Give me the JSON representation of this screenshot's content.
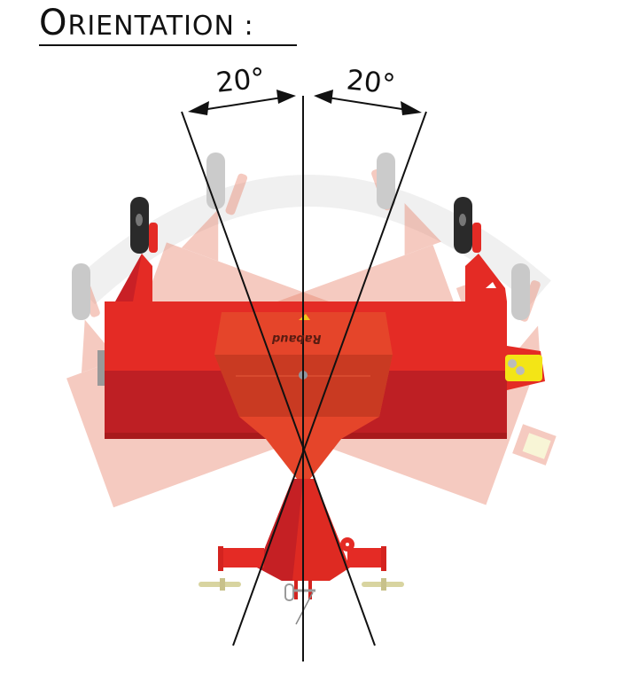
{
  "title": {
    "first_letter": "O",
    "rest": "RIENTATION :",
    "full": "Orientation :"
  },
  "angles": {
    "left": "20°",
    "right": "20°",
    "left_degrees": 20,
    "right_degrees": 20
  },
  "machine": {
    "brand_logo": "Rabaud",
    "description": "Top view of a rear-mounted mower/flail unit with hitch, shown in central position and ghosted rotated positions at ±20°"
  },
  "colors": {
    "body_red": "#e42b25",
    "body_dark_red": "#be1f24",
    "hood_orange": "#e5452a",
    "ghost_pink": "#f1b7a6",
    "wheel_black": "#2a2a2a",
    "wheel_ghost": "#c9c9c9",
    "gearbox_yellow": "#f3e516",
    "line_black": "#111111"
  }
}
